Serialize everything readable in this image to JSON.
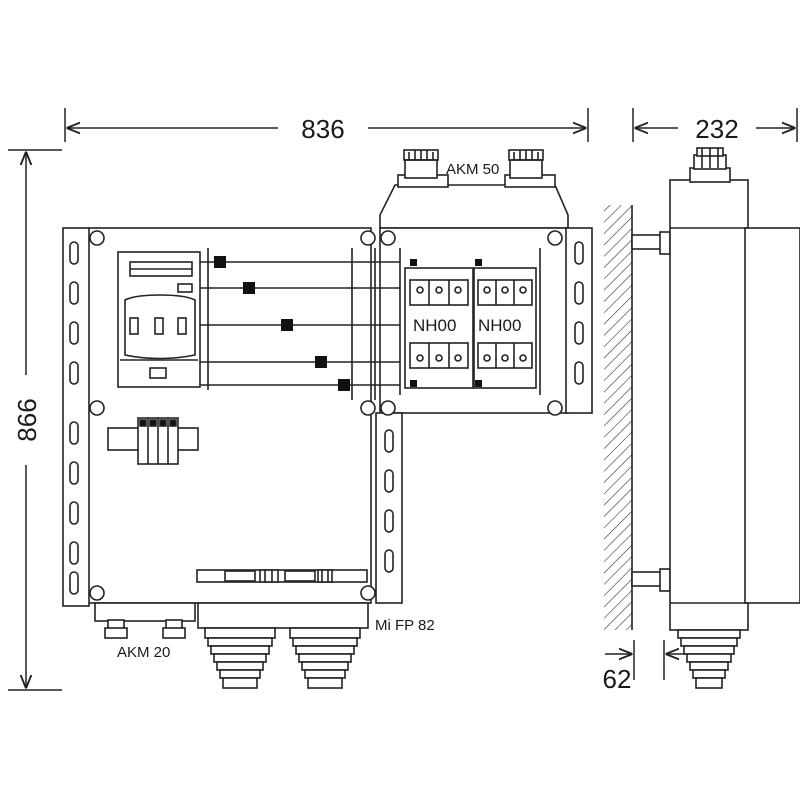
{
  "dimensions": {
    "width_total": "836",
    "depth": "232",
    "height_total": "866",
    "wall_offset": "62"
  },
  "labels": {
    "top_gland": "AKM 50",
    "bottom_gland": "AKM 20",
    "cable_entry": "Mi FP 82",
    "fuse_left": "NH00",
    "fuse_right": "NH00"
  }
}
